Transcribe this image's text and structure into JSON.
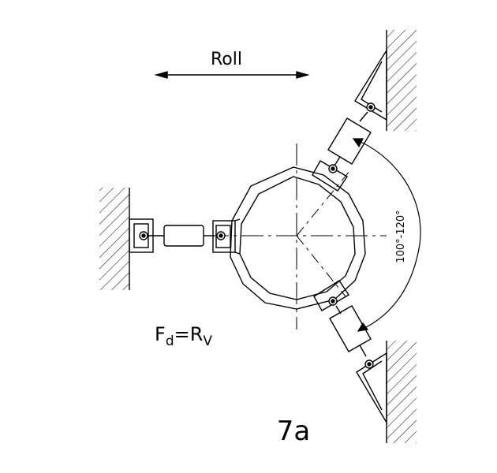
{
  "labels": {
    "roll": "Roll",
    "force": "F",
    "force_sub": "d",
    "equals": "=R",
    "reaction_sub": "V",
    "angle": "100°-120°",
    "figure_id": "7a"
  },
  "colors": {
    "stroke": "#000000",
    "background": "#ffffff"
  }
}
